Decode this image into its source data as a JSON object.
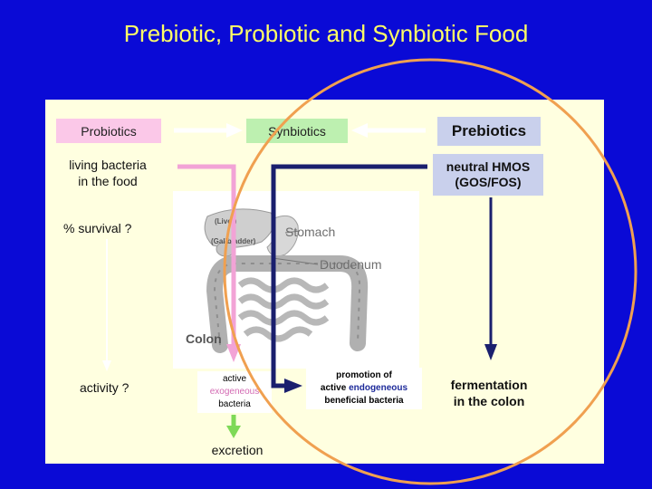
{
  "title": "Prebiotic, Probiotic and Synbiotic Food",
  "boxes": {
    "probiotics": "Probiotics",
    "synbiotics": "Synbiotics",
    "prebiotics": "Prebiotics",
    "hmos_line1": "neutral HMOS",
    "hmos_line2": "(GOS/FOS)"
  },
  "labels": {
    "living_line1": "living bacteria",
    "living_line2": "in the food",
    "survival": "% survival ?",
    "activity": "activity ?",
    "excretion": "excretion",
    "fermentation_line1": "fermentation",
    "fermentation_line2": "in the colon"
  },
  "exogenous": {
    "line1": "active",
    "line2": "exogeneous",
    "line3": "bacteria"
  },
  "endogenous": {
    "line1": "promotion of",
    "line2a": "active ",
    "line2b": "endogeneous",
    "line3": "beneficial bacteria"
  },
  "anatomy": {
    "liver": "(Liver)",
    "gallbladder": "(Gallbladder)",
    "stomach": "Stomach",
    "duodenum": "Duodenum",
    "colon": "Colon"
  },
  "colors": {
    "background": "#0a0ad6",
    "title": "#ffff66",
    "panel": "#ffffe0",
    "probiotic_pink": "#f2a3d6",
    "synbiotic_green": "#7ed957",
    "prebiotic_navy": "#1a1f6e",
    "circle_orange": "#f0a050"
  }
}
